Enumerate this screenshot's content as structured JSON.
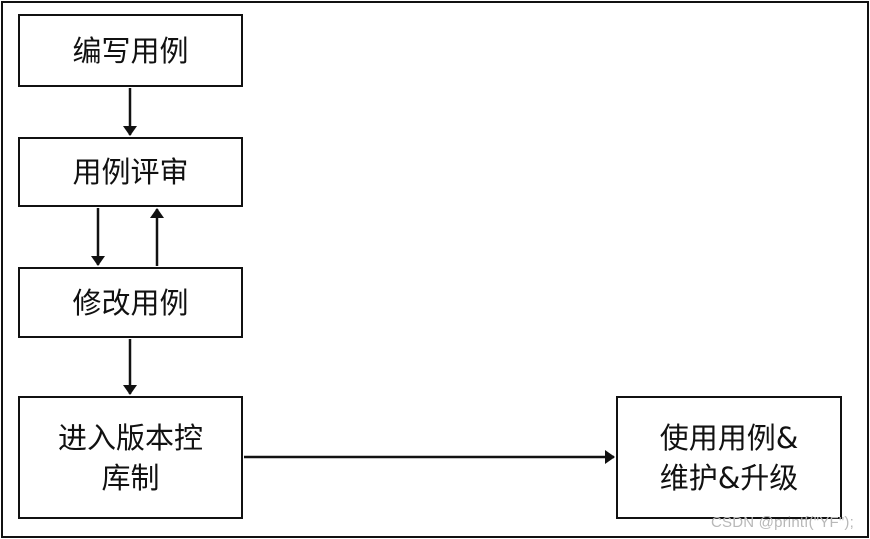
{
  "diagram": {
    "steps": [
      {
        "id": "write",
        "label": "编写用例"
      },
      {
        "id": "review",
        "label": "用例评审"
      },
      {
        "id": "modify",
        "label": "修改用例"
      },
      {
        "id": "versioning",
        "label_line1": "进入版本控",
        "label_line2": "库制"
      },
      {
        "id": "use",
        "label_line1": "使用用例&",
        "label_line2": "维护&升级"
      }
    ],
    "edges": [
      {
        "from": "write",
        "to": "review"
      },
      {
        "from": "review",
        "to": "modify"
      },
      {
        "from": "modify",
        "to": "review"
      },
      {
        "from": "modify",
        "to": "versioning"
      },
      {
        "from": "versioning",
        "to": "use"
      }
    ],
    "colors": {
      "stroke": "#111111",
      "background": "#ffffff"
    }
  },
  "watermark": "CSDN @printf(\"YF\");"
}
